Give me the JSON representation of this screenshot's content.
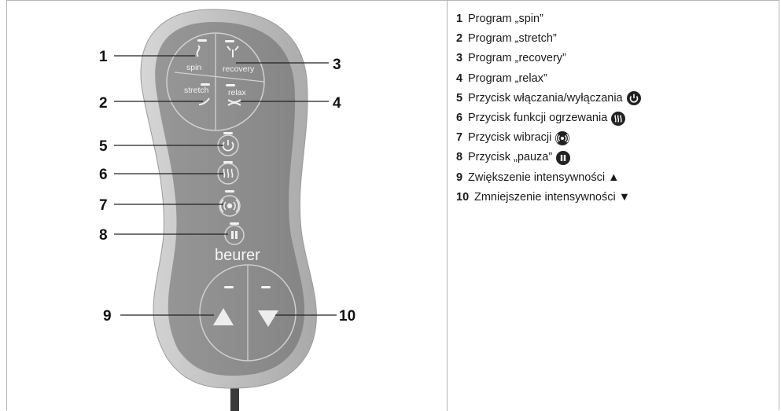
{
  "callouts": [
    "1",
    "2",
    "3",
    "4",
    "5",
    "6",
    "7",
    "8",
    "9",
    "10"
  ],
  "device": {
    "brand": "beurer",
    "button_labels": {
      "spin": "spin",
      "recovery": "recovery",
      "stretch": "stretch",
      "relax": "relax"
    },
    "body_color": "#bdbdbd",
    "panel_color": "#8c8c8c"
  },
  "legend": [
    {
      "number": "1",
      "text": "Program „spin”",
      "icon": ""
    },
    {
      "number": "2",
      "text": "Program „stretch”",
      "icon": ""
    },
    {
      "number": "3",
      "text": "Program „recovery”",
      "icon": ""
    },
    {
      "number": "4",
      "text": "Program „relax”",
      "icon": ""
    },
    {
      "number": "5",
      "text": "Przycisk włączania/wyłączania",
      "icon": "power-icon"
    },
    {
      "number": "6",
      "text": "Przycisk funkcji ogrzewania",
      "icon": "heat-icon"
    },
    {
      "number": "7",
      "text": "Przycisk wibracji",
      "icon": "vibration-icon"
    },
    {
      "number": "8",
      "text": "Przycisk „pauza”",
      "icon": "pause-icon"
    },
    {
      "number": "9",
      "text": "Zwiększenie intensywności ▲",
      "icon": ""
    },
    {
      "number": "10",
      "text": "Zmniejszenie intensywności ▼",
      "icon": ""
    }
  ]
}
